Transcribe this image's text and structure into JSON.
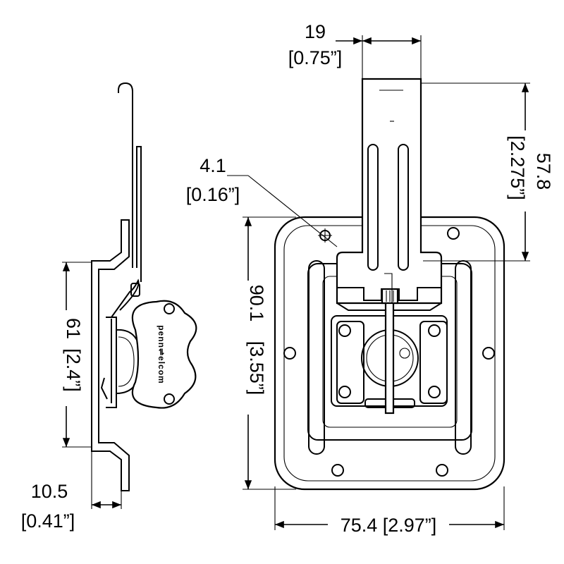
{
  "dimensions": {
    "strap_width": {
      "mm": "19",
      "inch": "[0.75”]"
    },
    "strap_length": {
      "mm": "57.8",
      "inch": "[2.275”]"
    },
    "rivet_hole": {
      "mm": "4.1",
      "inch": "[0.16”]"
    },
    "plate_height": {
      "mm": "90.1",
      "inch": "[3.55”]"
    },
    "plate_width": {
      "label": "75.4 [2.97”]"
    },
    "side_height": {
      "mm": "61",
      "inch": "[2.4”]"
    },
    "depth": {
      "mm": "10.5",
      "inch": "[0.41”]"
    }
  },
  "brand": {
    "text": "penn⇌elcom"
  }
}
